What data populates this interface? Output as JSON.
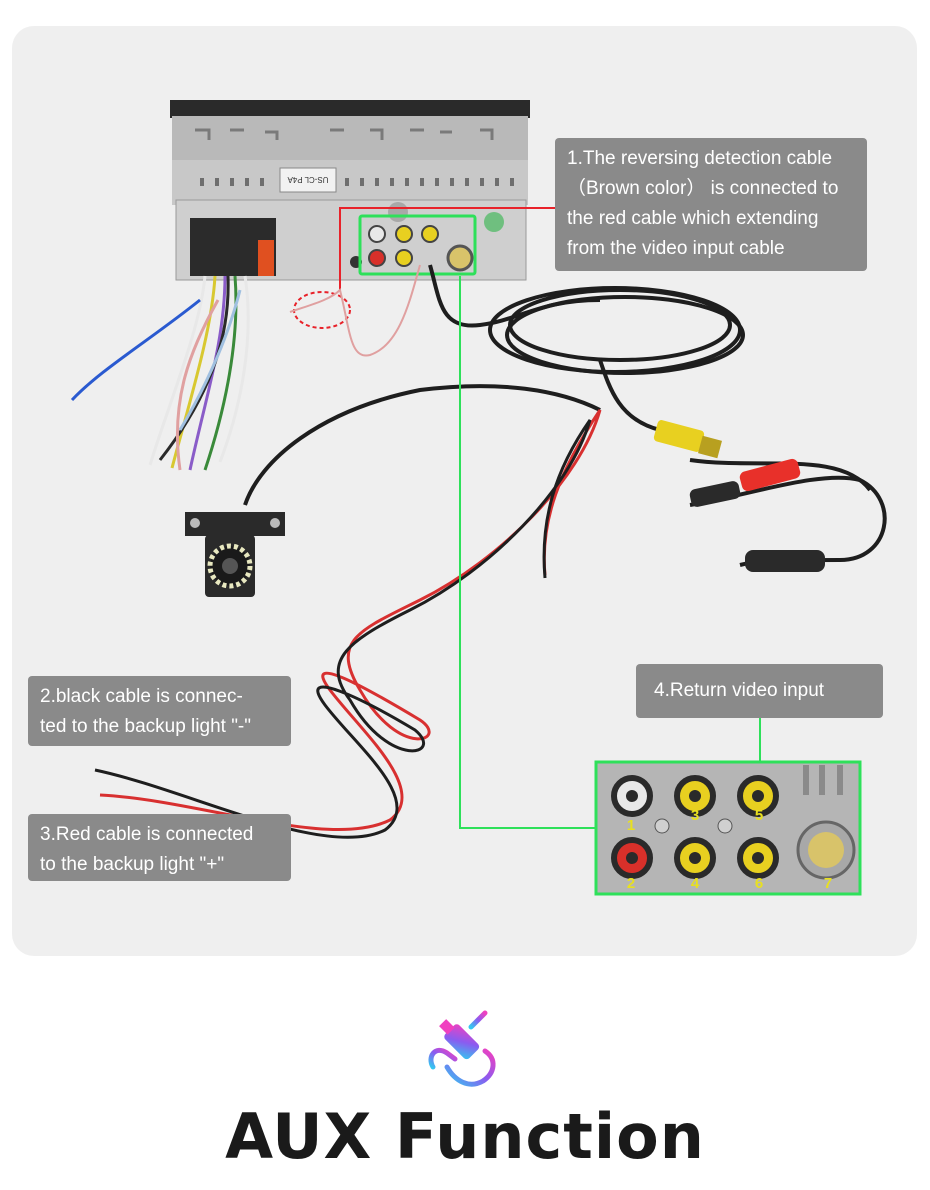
{
  "callouts": {
    "reversing": {
      "line1": "1.The reversing detection cable",
      "line2": "（Brown color） is connected to",
      "line3": "the red cable which extending",
      "line4": "from the video input cable"
    },
    "black": {
      "line1": "2.black cable is connec-",
      "line2": "ted to the backup light \"-\""
    },
    "red": {
      "line1": "3.Red cable is connected",
      "line2": "to the backup light \"+\""
    },
    "return_video": {
      "line1": "4.Return video input"
    }
  },
  "unit": {
    "model_label": "US-CL P4A"
  },
  "ports": {
    "p1": "1",
    "p2": "2",
    "p3": "3",
    "p4": "4",
    "p5": "5",
    "p6": "6",
    "p7": "7"
  },
  "footer": {
    "title": "AUX Function"
  },
  "colors": {
    "panel": "#efefef",
    "callout": "#8a8a8a",
    "highlight": "#2ee05a",
    "leader_red": "#e8222a",
    "title": "#1a1a1a"
  },
  "icons": {
    "aux": "aux-cable-icon"
  }
}
